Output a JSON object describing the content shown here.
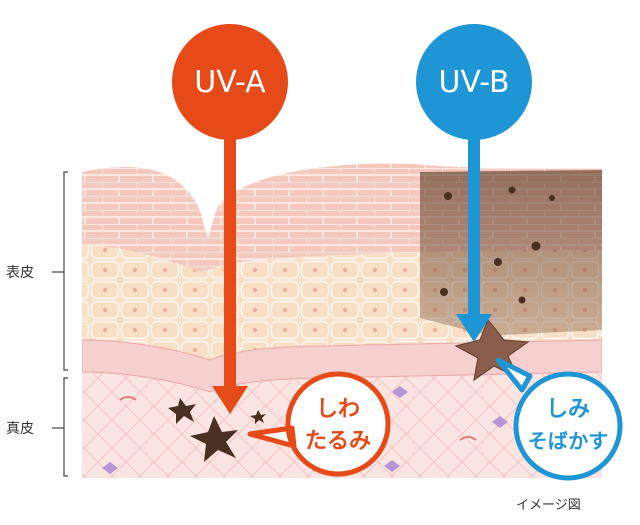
{
  "uv_a": {
    "label": "UV-A",
    "effect_line1": "しわ",
    "effect_line2": "たるみ",
    "color": "#e64a19"
  },
  "uv_b": {
    "label": "UV-B",
    "effect_line1": "しみ",
    "effect_line2": "そばかす",
    "color": "#1e96d6"
  },
  "layers": {
    "epidermis": "表皮",
    "dermis": "真皮"
  },
  "caption": "イメージ図",
  "colors": {
    "epidermis_top": "#f4c8bd",
    "epidermis_mid": "#f8e0c6",
    "dermis": "#fbe5e2",
    "pigment": "#6b4a36"
  }
}
